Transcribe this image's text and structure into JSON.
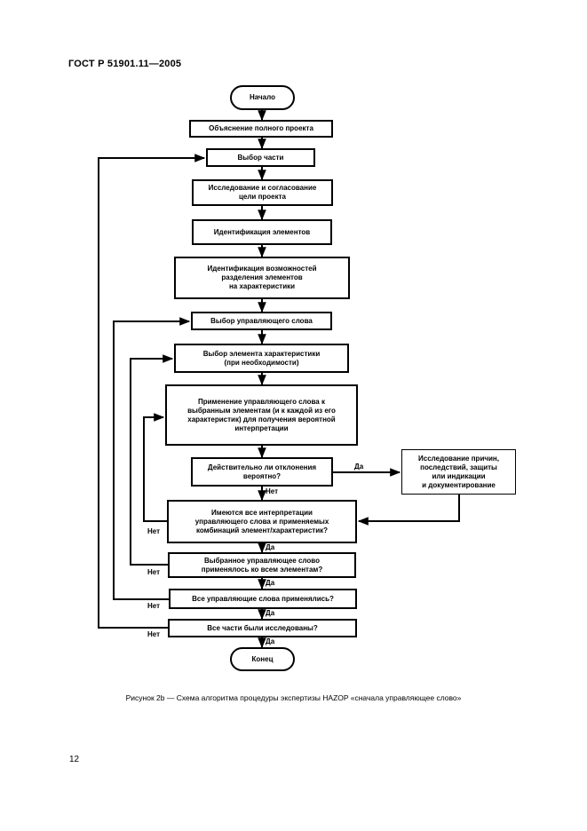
{
  "header": "ГОСТ Р 51901.11—2005",
  "page_number": "12",
  "caption": "Рисунок 2b — Схема алгоритма процедуры экспертизы HAZOP «сначала управляющее слово»",
  "nodes": {
    "start": "Начало",
    "explain": "Объяснение полного проекта",
    "select_part": "Выбор части",
    "study_intent": "Исследование и согласование\nцели проекта",
    "identify_elements": "Идентификация элементов",
    "identify_characteristics": "Идентификация возможностей\nразделения элементов\nна характеристики",
    "select_guideword": "Выбор управляющего слова",
    "select_element": "Выбор элемента характеристики\n(при необходимости)",
    "apply_guideword": "Применение управляющего слова к\nвыбранным элементам (и к каждой из его\nхарактеристик) для получения вероятной\nинтерпретации",
    "deviation_plausible": "Действительно ли отклонения\nвероятно?",
    "investigate": "Исследование причин,\nпоследствий, защиты\nили индикации\nи документирование",
    "other_interpretations": "Имеются все интерпретации\nуправляющего слова и применяемых\nкомбинаций элемент/характеристик?",
    "guideword_applied": "Выбранное управляющее слово\nприменялось ко всем элементам?",
    "all_guidewords": "Все управляющие слова применялись?",
    "all_parts": "Все части были исследованы?",
    "end": "Конец"
  },
  "labels": {
    "yes": "Да",
    "no": "Нет"
  }
}
